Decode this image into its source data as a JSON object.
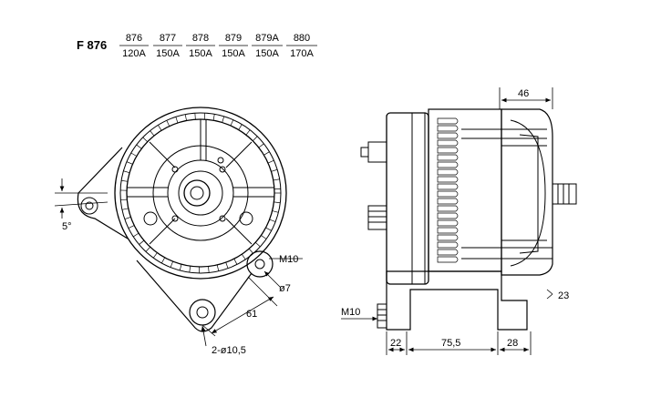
{
  "header": {
    "model": "F 876",
    "variants": [
      {
        "code": "876",
        "current": "120A"
      },
      {
        "code": "877",
        "current": "150A"
      },
      {
        "code": "878",
        "current": "150A"
      },
      {
        "code": "879",
        "current": "150A"
      },
      {
        "code": "879A",
        "current": "150A"
      },
      {
        "code": "880",
        "current": "170A"
      }
    ]
  },
  "front_view": {
    "angle_label": "5°",
    "thread_label": "M10",
    "hole_label": "ø7",
    "distance_label": "61",
    "mount_holes_label": "2-ø10,5"
  },
  "side_view": {
    "top_dim": "46",
    "thread_label": "M10",
    "offset_dim": "23",
    "bottom_dims": [
      "22",
      "75,5",
      "28"
    ]
  }
}
